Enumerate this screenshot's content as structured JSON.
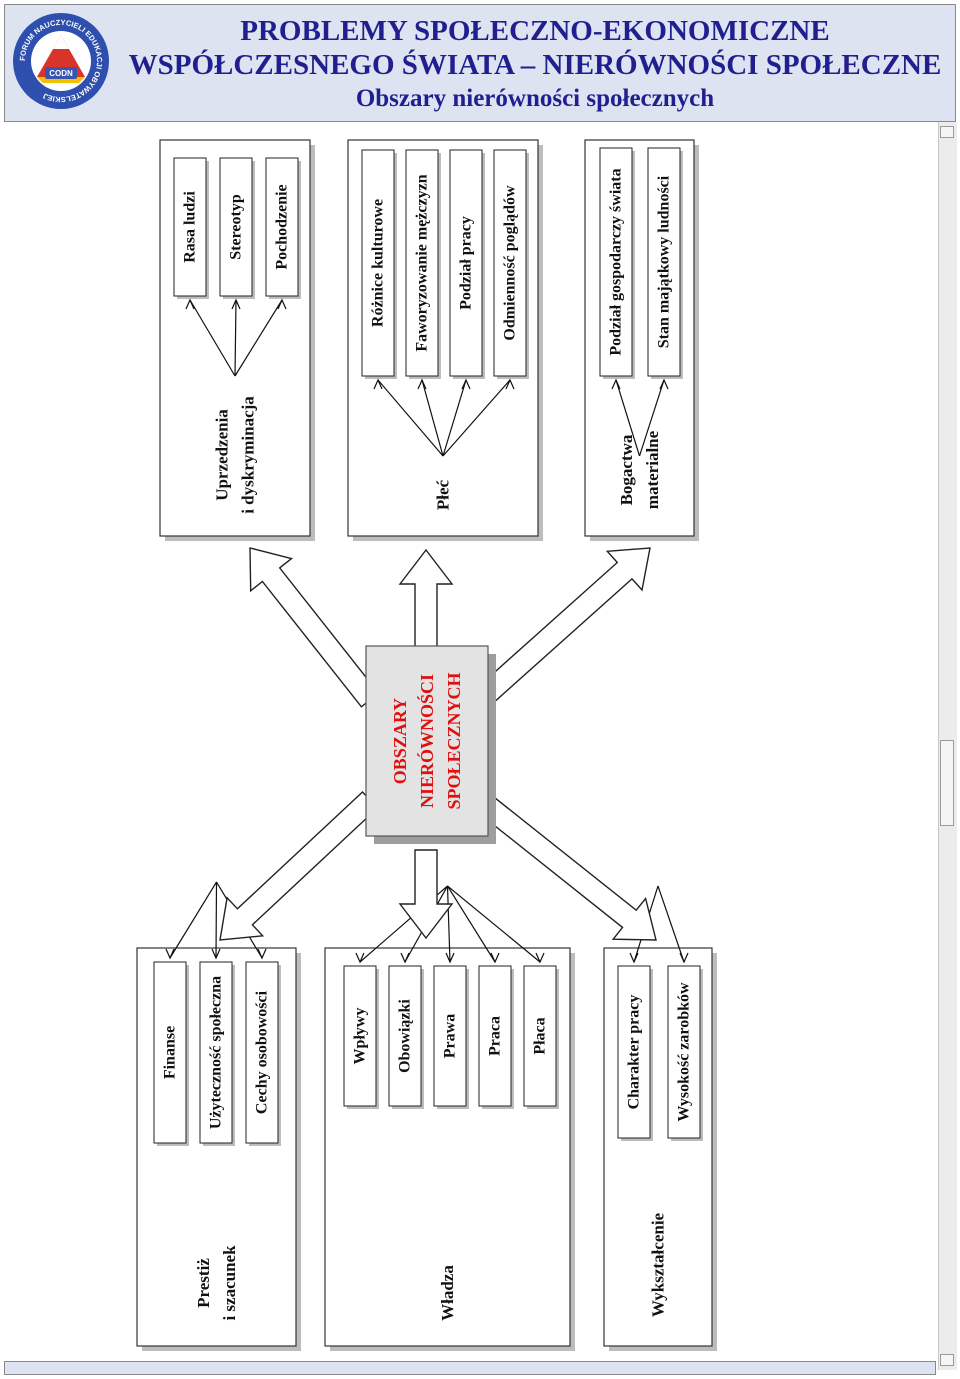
{
  "header": {
    "title_line1": "PROBLEMY SPOŁECZNO-EKONOMICZNE",
    "title_line2": "WSPÓŁCZESNEGO ŚWIATA – NIERÓWNOŚCI SPOŁECZNE",
    "subtitle": "Obszary nierówności społecznych",
    "logo_text": "FORUM NAUCZYCIELI EDUKACJI OBYWATELSKIEJ",
    "logo_badge": "CODN"
  },
  "center": {
    "lines": [
      "OBSZARY",
      "NIERÓWNOŚCI",
      "SPOŁECZNYCH"
    ],
    "color": "#e01010"
  },
  "groups": [
    {
      "id": "prejudice",
      "hub_lines": [
        "Uprzedzenia",
        "i dyskryminacja"
      ],
      "items": [
        "Rasa ludzi",
        "Stereotyp",
        "Pochodzenie"
      ]
    },
    {
      "id": "gender",
      "hub_lines": [
        "Płeć"
      ],
      "items": [
        "Różnice kulturowe",
        "Faworyzowanie mężczyzn",
        "Podział pracy",
        "Odmienność poglądów"
      ]
    },
    {
      "id": "wealth",
      "hub_lines": [
        "Bogactwa",
        "materialne"
      ],
      "items": [
        "Podział gospodarczy świata",
        "Stan majątkowy ludności"
      ]
    },
    {
      "id": "prestige",
      "hub_lines": [
        "Prestiż",
        "i szacunek"
      ],
      "items": [
        "Finanse",
        "Użyteczność społeczna",
        "Cechy osobowości"
      ]
    },
    {
      "id": "power",
      "hub_lines": [
        "Władza"
      ],
      "items": [
        "Wpływy",
        "Obowiązki",
        "Prawa",
        "Praca",
        "Płaca"
      ]
    },
    {
      "id": "education",
      "hub_lines": [
        "Wykształcenie"
      ],
      "items": [
        "Charakter pracy",
        "Wysokość zarobków"
      ]
    }
  ],
  "colors": {
    "header_bg": "#dde3f1",
    "title": "#1f1f8f",
    "center_fill": "#e3e3e3",
    "shadow": "#bdbdbd"
  },
  "icons": [
    "logo-emblem",
    "arrow-up-icon",
    "arrow-down-icon",
    "scroll-up-arrow-icon",
    "scroll-down-arrow-icon"
  ]
}
